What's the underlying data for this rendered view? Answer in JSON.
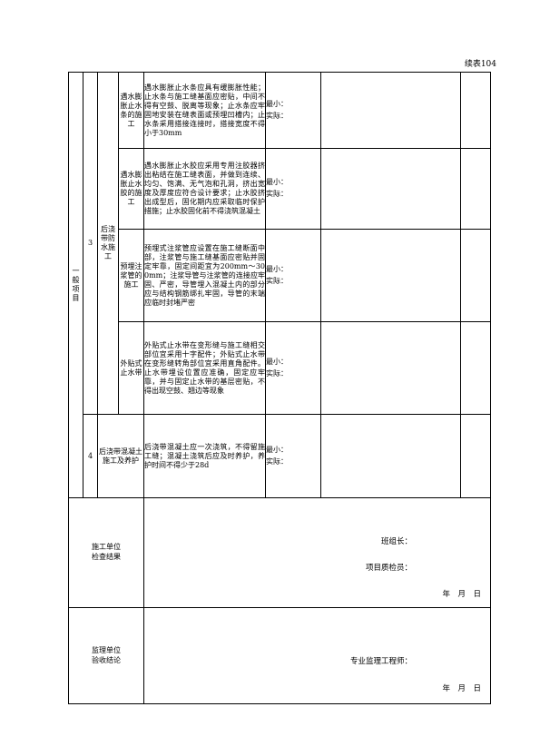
{
  "page_label": "续表104",
  "general_label": "一般项目",
  "items": [
    {
      "number": "3",
      "name": "后浇带防水施工",
      "subitems": [
        {
          "name": "遇水膨胀止水条的施工",
          "requirement": "遇水膨胀止水条应具有缓膨胀性能；止水条与施工缝基面应密贴，中间不得有空鼓、脱离等现象；止水条应牢固地安装在缝表面或预埋凹槽内；止水条采用搭接连接时，搭接宽度不得小于30mm",
          "min_label": "最小：",
          "actual_label": "实际："
        },
        {
          "name": "遇水膨胀止水胶的施工",
          "requirement": "遇水膨胀止水胶应采用专用注胶器挤出粘结在施工缝表面，并做到连续、均匀、饱满、无气泡和孔洞，挤出宽度及厚度应符合设计要求；止水胶挤出成型后，固化期内应采取临时保护措施；止水胶固化前不得浇筑混凝土",
          "min_label": "最小：",
          "actual_label": "实际："
        },
        {
          "name": "预埋注浆管的施工",
          "requirement": "预埋式注浆管应设置在施工缝断面中部，注浆管与施工缝基面应密贴并固定牢靠，固定间距宜为200mm～300mm；注浆导管与注浆管的连接应牢固、严密，导管埋入混凝土内的部分应与结构钢筋绑扎牢固，导管的末端应临时封堵严密",
          "min_label": "最小：",
          "actual_label": "实际："
        },
        {
          "name": "外贴式止水带",
          "requirement": "外贴式止水带在变形缝与施工缝相交部位宜采用十字配件；外贴式止水带在变形缝转角部位宜采用直角配件。止水带埋设位置应准确，固定应牢靠，并与固定止水带的基层密贴，不得出现空鼓、翘边等现象",
          "min_label": "最小：",
          "actual_label": "实际："
        }
      ]
    },
    {
      "number": "4",
      "name": "后浇带混凝土施工及养护",
      "requirement": "后浇带混凝土应一次浇筑，不得留施工缝；混凝土浇筑后应及时养护，养护时间不得少于28d",
      "min_label": "最小：",
      "actual_label": "实际："
    }
  ],
  "construction": {
    "title_line1": "施工单位",
    "title_line2": "检查结果",
    "team_leader": "班组长：",
    "inspector": "项目质检员：",
    "date": "年　月　日"
  },
  "supervision": {
    "title_line1": "监理单位",
    "title_line2": "验收结论",
    "engineer": "专业监理工程师：",
    "date": "年　月　日"
  }
}
